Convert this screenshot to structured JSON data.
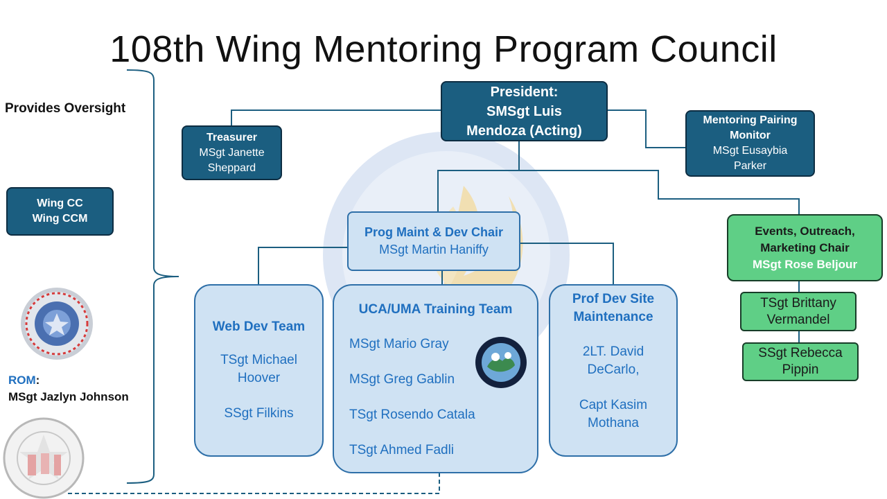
{
  "title": "108th Wing Mentoring Program Council",
  "left_panel": {
    "oversight": "Provides Oversight",
    "wing_cc": "Wing CC",
    "wing_ccm": "Wing CCM",
    "rom_label": "ROM",
    "rom_colon": ":",
    "rom_name": "MSgt Jazlyn Johnson"
  },
  "president": {
    "role": "President:",
    "name_line1": "SMSgt Luis",
    "name_line2": "Mendoza (Acting)"
  },
  "treasurer": {
    "role": "Treasurer",
    "name_line1": "MSgt Janette",
    "name_line2": "Sheppard"
  },
  "pairing_monitor": {
    "role_line1": "Mentoring Pairing",
    "role_line2": "Monitor",
    "name_line1": "MSgt Eusaybia",
    "name_line2": "Parker"
  },
  "prog_maint": {
    "role": "Prog Maint & Dev Chair",
    "name": "MSgt Martin Haniffy"
  },
  "events": {
    "role_line1": "Events, Outreach,",
    "role_line2": "Marketing Chair",
    "name": "MSgt Rose Beljour"
  },
  "events_members": [
    {
      "line1": "TSgt Brittany",
      "line2": "Vermandel"
    },
    {
      "line1": "SSgt Rebecca",
      "line2": "Pippin"
    }
  ],
  "web_dev": {
    "title": "Web Dev Team",
    "member1_line1": "TSgt Michael",
    "member1_line2": "Hoover",
    "member2": "SSgt Filkins"
  },
  "uca_team": {
    "title": "UCA/UMA Training Team",
    "members": [
      "MSgt Mario Gray",
      "MSgt Greg Gablin",
      "TSgt Rosendo Catala",
      "TSgt Ahmed Fadli"
    ]
  },
  "prof_dev": {
    "title_line1": "Prof Dev Site",
    "title_line2": "Maintenance",
    "member1_line1": "2LT. David",
    "member1_line2": "DeCarlo,",
    "member2_line1": "Capt Kasim",
    "member2_line2": "Mothana"
  },
  "icons": [
    "air-national-guard-recruiting-seal-icon",
    "air-national-guard-hra-seal-icon",
    "career-assistance-advisor-badge-icon",
    "108th-wing-watermark-icon"
  ],
  "colors": {
    "dark_box": "#1b5e80",
    "light_box": "#cfe2f3",
    "light_text": "#1f6fbf",
    "green_box": "#5fcf86",
    "connector": "#1b5e80"
  }
}
